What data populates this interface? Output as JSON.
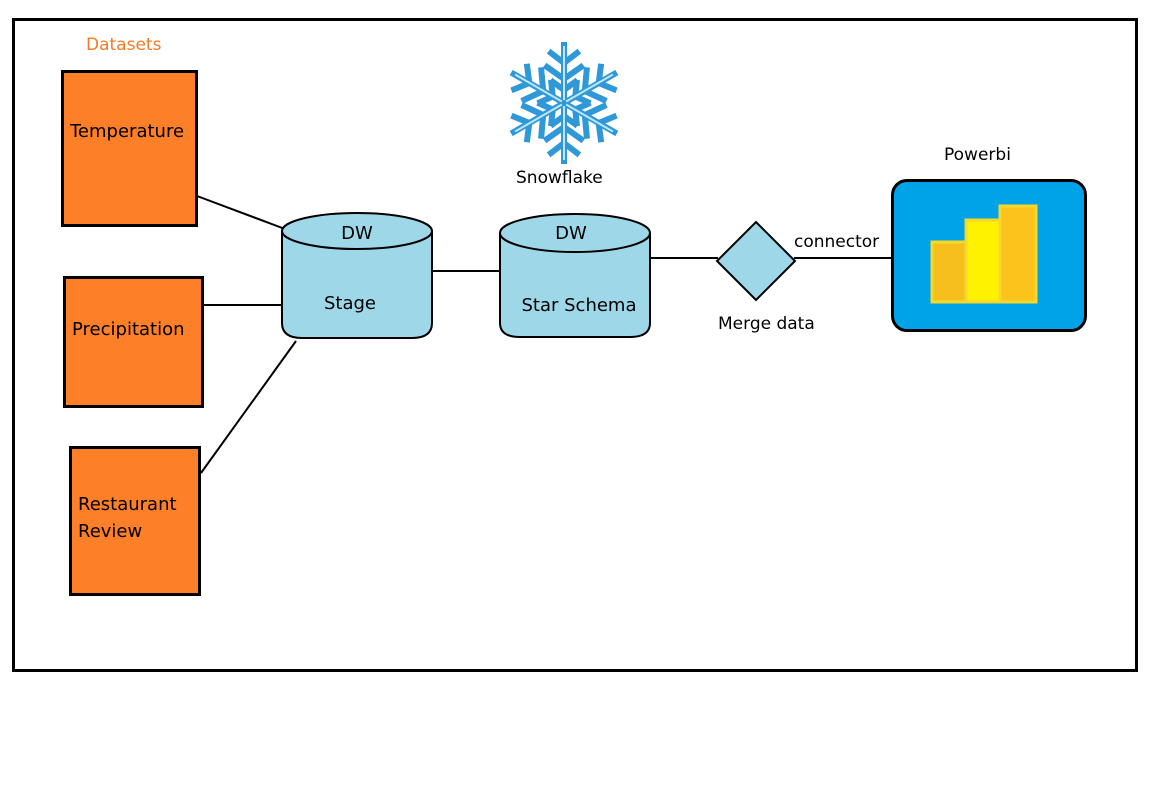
{
  "group_label": "Datasets",
  "datasets": [
    {
      "label": "Temperature"
    },
    {
      "label": "Precipitation"
    },
    {
      "label": "Restaurant\nReview"
    }
  ],
  "warehouse": {
    "title": "Snowflake",
    "stage": {
      "top": "DW",
      "label": "Stage"
    },
    "star": {
      "top": "DW",
      "label": "Star Schema"
    }
  },
  "merge_label": "Merge data",
  "connector_label": "connector",
  "powerbi_label": "Powerbi",
  "colors": {
    "dataset_fill": "#fd7f27",
    "cylinder_fill": "#9ed7e8",
    "powerbi_bg": "#00a2e8",
    "label_orange": "#f47a25",
    "snowflake": "#2f98d8"
  }
}
